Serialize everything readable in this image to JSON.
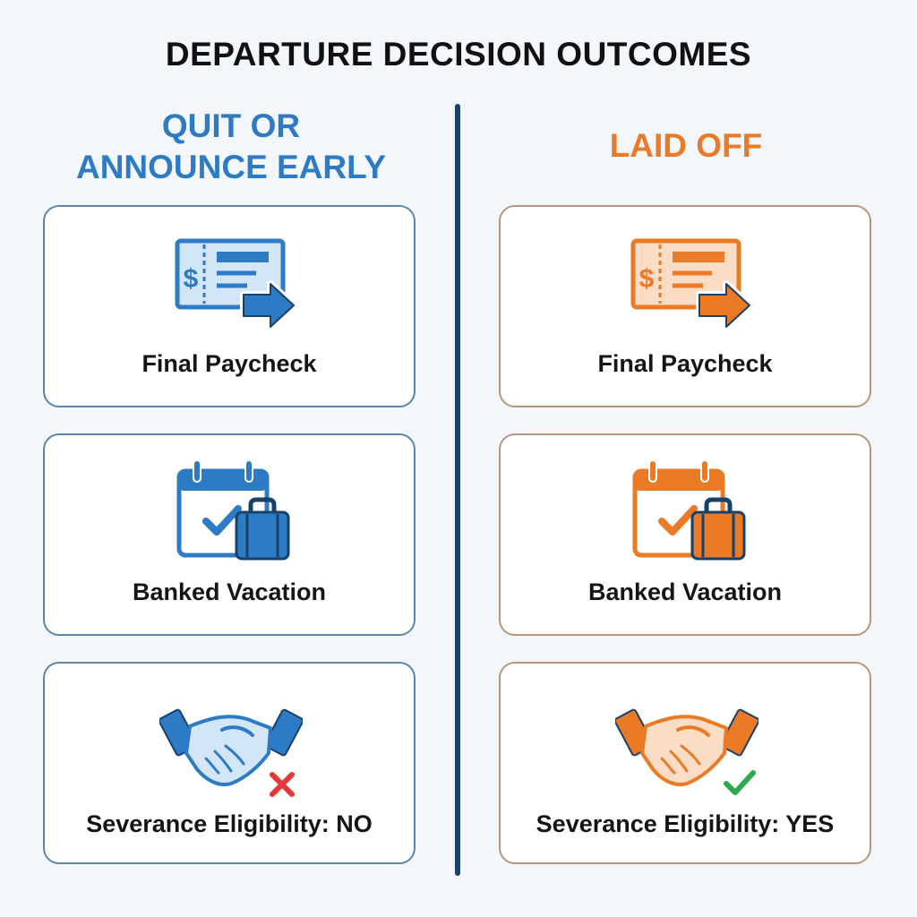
{
  "title": "DEPARTURE DECISION OUTCOMES",
  "columns": [
    {
      "heading_lines": [
        "QUIT OR",
        "ANNOUNCE EARLY"
      ],
      "color": "#2c7bc4",
      "fill": "#d3e6f8",
      "cards": [
        {
          "label": "Final Paycheck",
          "icon": "paycheck-icon"
        },
        {
          "label": "Banked Vacation",
          "icon": "calendar-suitcase-icon"
        },
        {
          "label": "Severance Eligibility: NO",
          "icon": "handshake-icon",
          "mark": "cross-icon",
          "mark_color": "#e23a3a"
        }
      ]
    },
    {
      "heading_lines": [
        "LAID OFF"
      ],
      "color": "#ea7a25",
      "fill": "#fbdcc4",
      "cards": [
        {
          "label": "Final Paycheck",
          "icon": "paycheck-icon"
        },
        {
          "label": "Banked Vacation",
          "icon": "calendar-suitcase-icon"
        },
        {
          "label": "Severance Eligibility: YES",
          "icon": "handshake-icon",
          "mark": "check-icon",
          "mark_color": "#2fa84f"
        }
      ]
    }
  ]
}
